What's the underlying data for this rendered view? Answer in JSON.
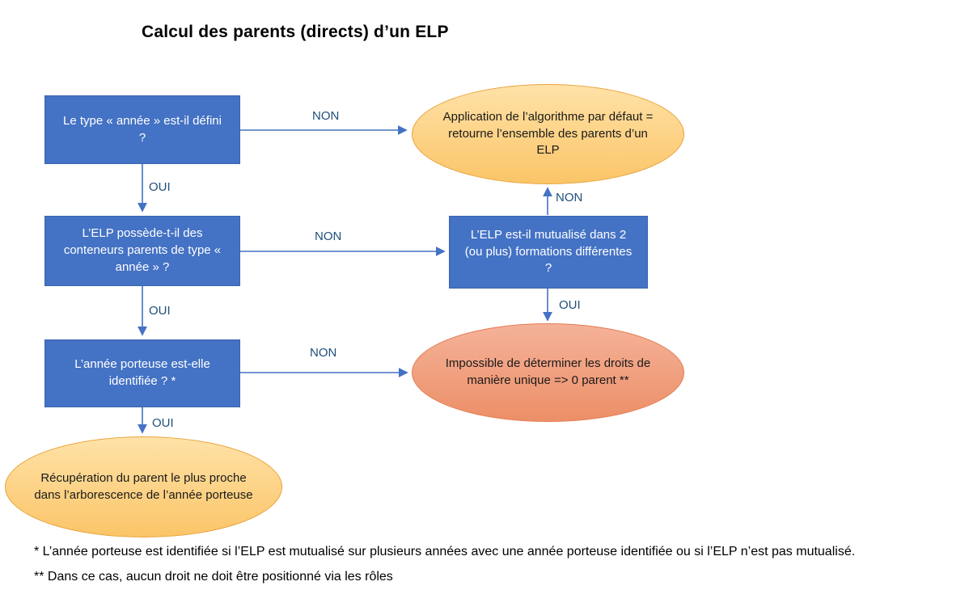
{
  "title": "Calcul des parents (directs) d’un ELP",
  "nodes": {
    "box1": {
      "text": "Le type « année » est-il défini ?"
    },
    "box2": {
      "text": "L’ELP possède-t-il des conteneurs parents de type « année » ?"
    },
    "box3": {
      "text": "L’ELP est-il mutualisé dans 2 (ou plus) formations différentes ?"
    },
    "box4": {
      "text": "L’année porteuse est-elle identifiée ? *"
    },
    "ellipse_algo": {
      "text": "Application de l’algorithme par défaut = retourne l’ensemble des parents d’un ELP"
    },
    "ellipse_impossible": {
      "text": "Impossible de déterminer les droits de manière unique => 0 parent **"
    },
    "ellipse_recup": {
      "text": "Récupération du parent le plus proche dans l’arborescence de l’année porteuse"
    }
  },
  "edges": {
    "q1_to_algo": {
      "label": "NON"
    },
    "q1_to_q2": {
      "label": "OUI"
    },
    "q2_to_q3": {
      "label": "NON"
    },
    "q3_to_algo": {
      "label": "NON"
    },
    "q3_to_impossible": {
      "label": "OUI"
    },
    "q2_to_q4": {
      "label": "OUI"
    },
    "q4_to_impossible": {
      "label": "NON"
    },
    "q4_to_recup": {
      "label": "OUI"
    }
  },
  "footnotes": {
    "note1": "* L’année porteuse est identifiée si l’ELP est mutualisé sur plusieurs années avec une année porteuse identifiée ou si l’ELP n’est pas mutualisé.",
    "note2": "** Dans ce cas, aucun droit ne doit être positionné via les rôles"
  },
  "colors": {
    "process_box_fill": "#4472C4",
    "process_box_border": "#3B63AE",
    "terminal_orange_fill": "#FBC568",
    "terminal_orange_border": "#E9A23B",
    "terminal_salmon_fill": "#EC8F67",
    "terminal_salmon_border": "#E47C52",
    "arrow": "#4472C4",
    "edge_label": "#1F4E79"
  }
}
